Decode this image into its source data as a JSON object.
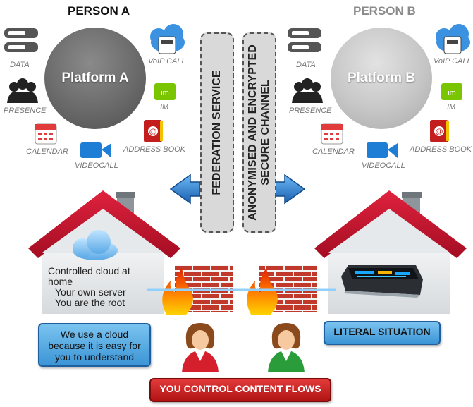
{
  "person_a": {
    "title": "PERSON A",
    "platform": "Platform A",
    "services": {
      "data": "DATA",
      "voip": "VoIP CALL",
      "presence": "PRESENCE",
      "im": "IM",
      "calendar": "CALENDAR",
      "address_book": "ADDRESS BOOK",
      "videocall": "VIDEOCALL"
    }
  },
  "person_b": {
    "title": "PERSON B",
    "platform": "Platform B",
    "services": {
      "data": "DATA",
      "voip": "VoIP CALL",
      "presence": "PRESENCE",
      "im": "IM",
      "calendar": "CALENDAR",
      "address_book": "ADDRESS BOOK",
      "videocall": "VIDEOCALL"
    }
  },
  "im_icon_text": "im",
  "address_icon_text": "@",
  "federation_label": "FEDERATION SERVICE",
  "channel_label_line1": "ANONYMISED AND ENCRYPTED",
  "channel_label_line2": "SECURE CHANNEL",
  "house_a": {
    "line1": "Controlled cloud at",
    "line2": "home",
    "line3": "Your own server",
    "line4": "You are the root"
  },
  "cloud_note": {
    "line1": "We use a cloud",
    "line2": "because it is easy for",
    "line3": "you to understand"
  },
  "literal_label": "LITERAL SITUATION",
  "control_label": "YOU CONTROL CONTENT FLOWS",
  "colors": {
    "roof": "#c8102e",
    "wall": "#e9ecef",
    "brick": "#c0392b",
    "arrow": "#1e73c8",
    "pipe": "#8fd0ff"
  }
}
